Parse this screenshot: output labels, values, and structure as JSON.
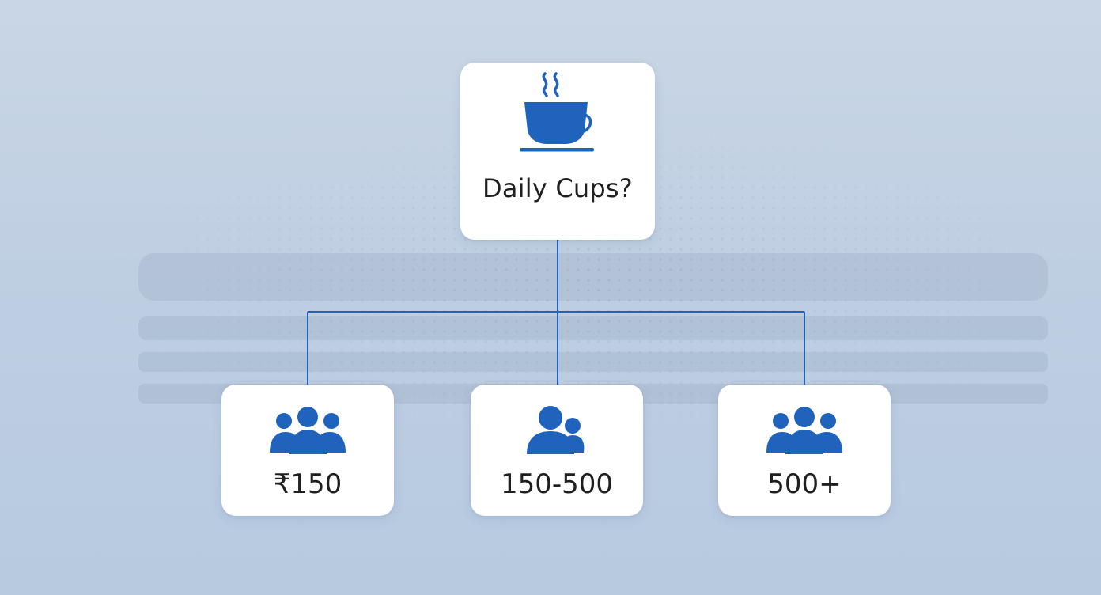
{
  "diagram": {
    "root": {
      "label": "Daily Cups?",
      "icon": "coffee-cup-icon"
    },
    "children": [
      {
        "label": "₹150",
        "icon": "group-icon"
      },
      {
        "label": "150-500",
        "icon": "users-icon"
      },
      {
        "label": "500+",
        "icon": "group-icon"
      }
    ]
  },
  "colors": {
    "accent": "#1f63bd",
    "background": "#c3d3e6",
    "card": "#ffffff",
    "text": "#1f1f1f"
  }
}
